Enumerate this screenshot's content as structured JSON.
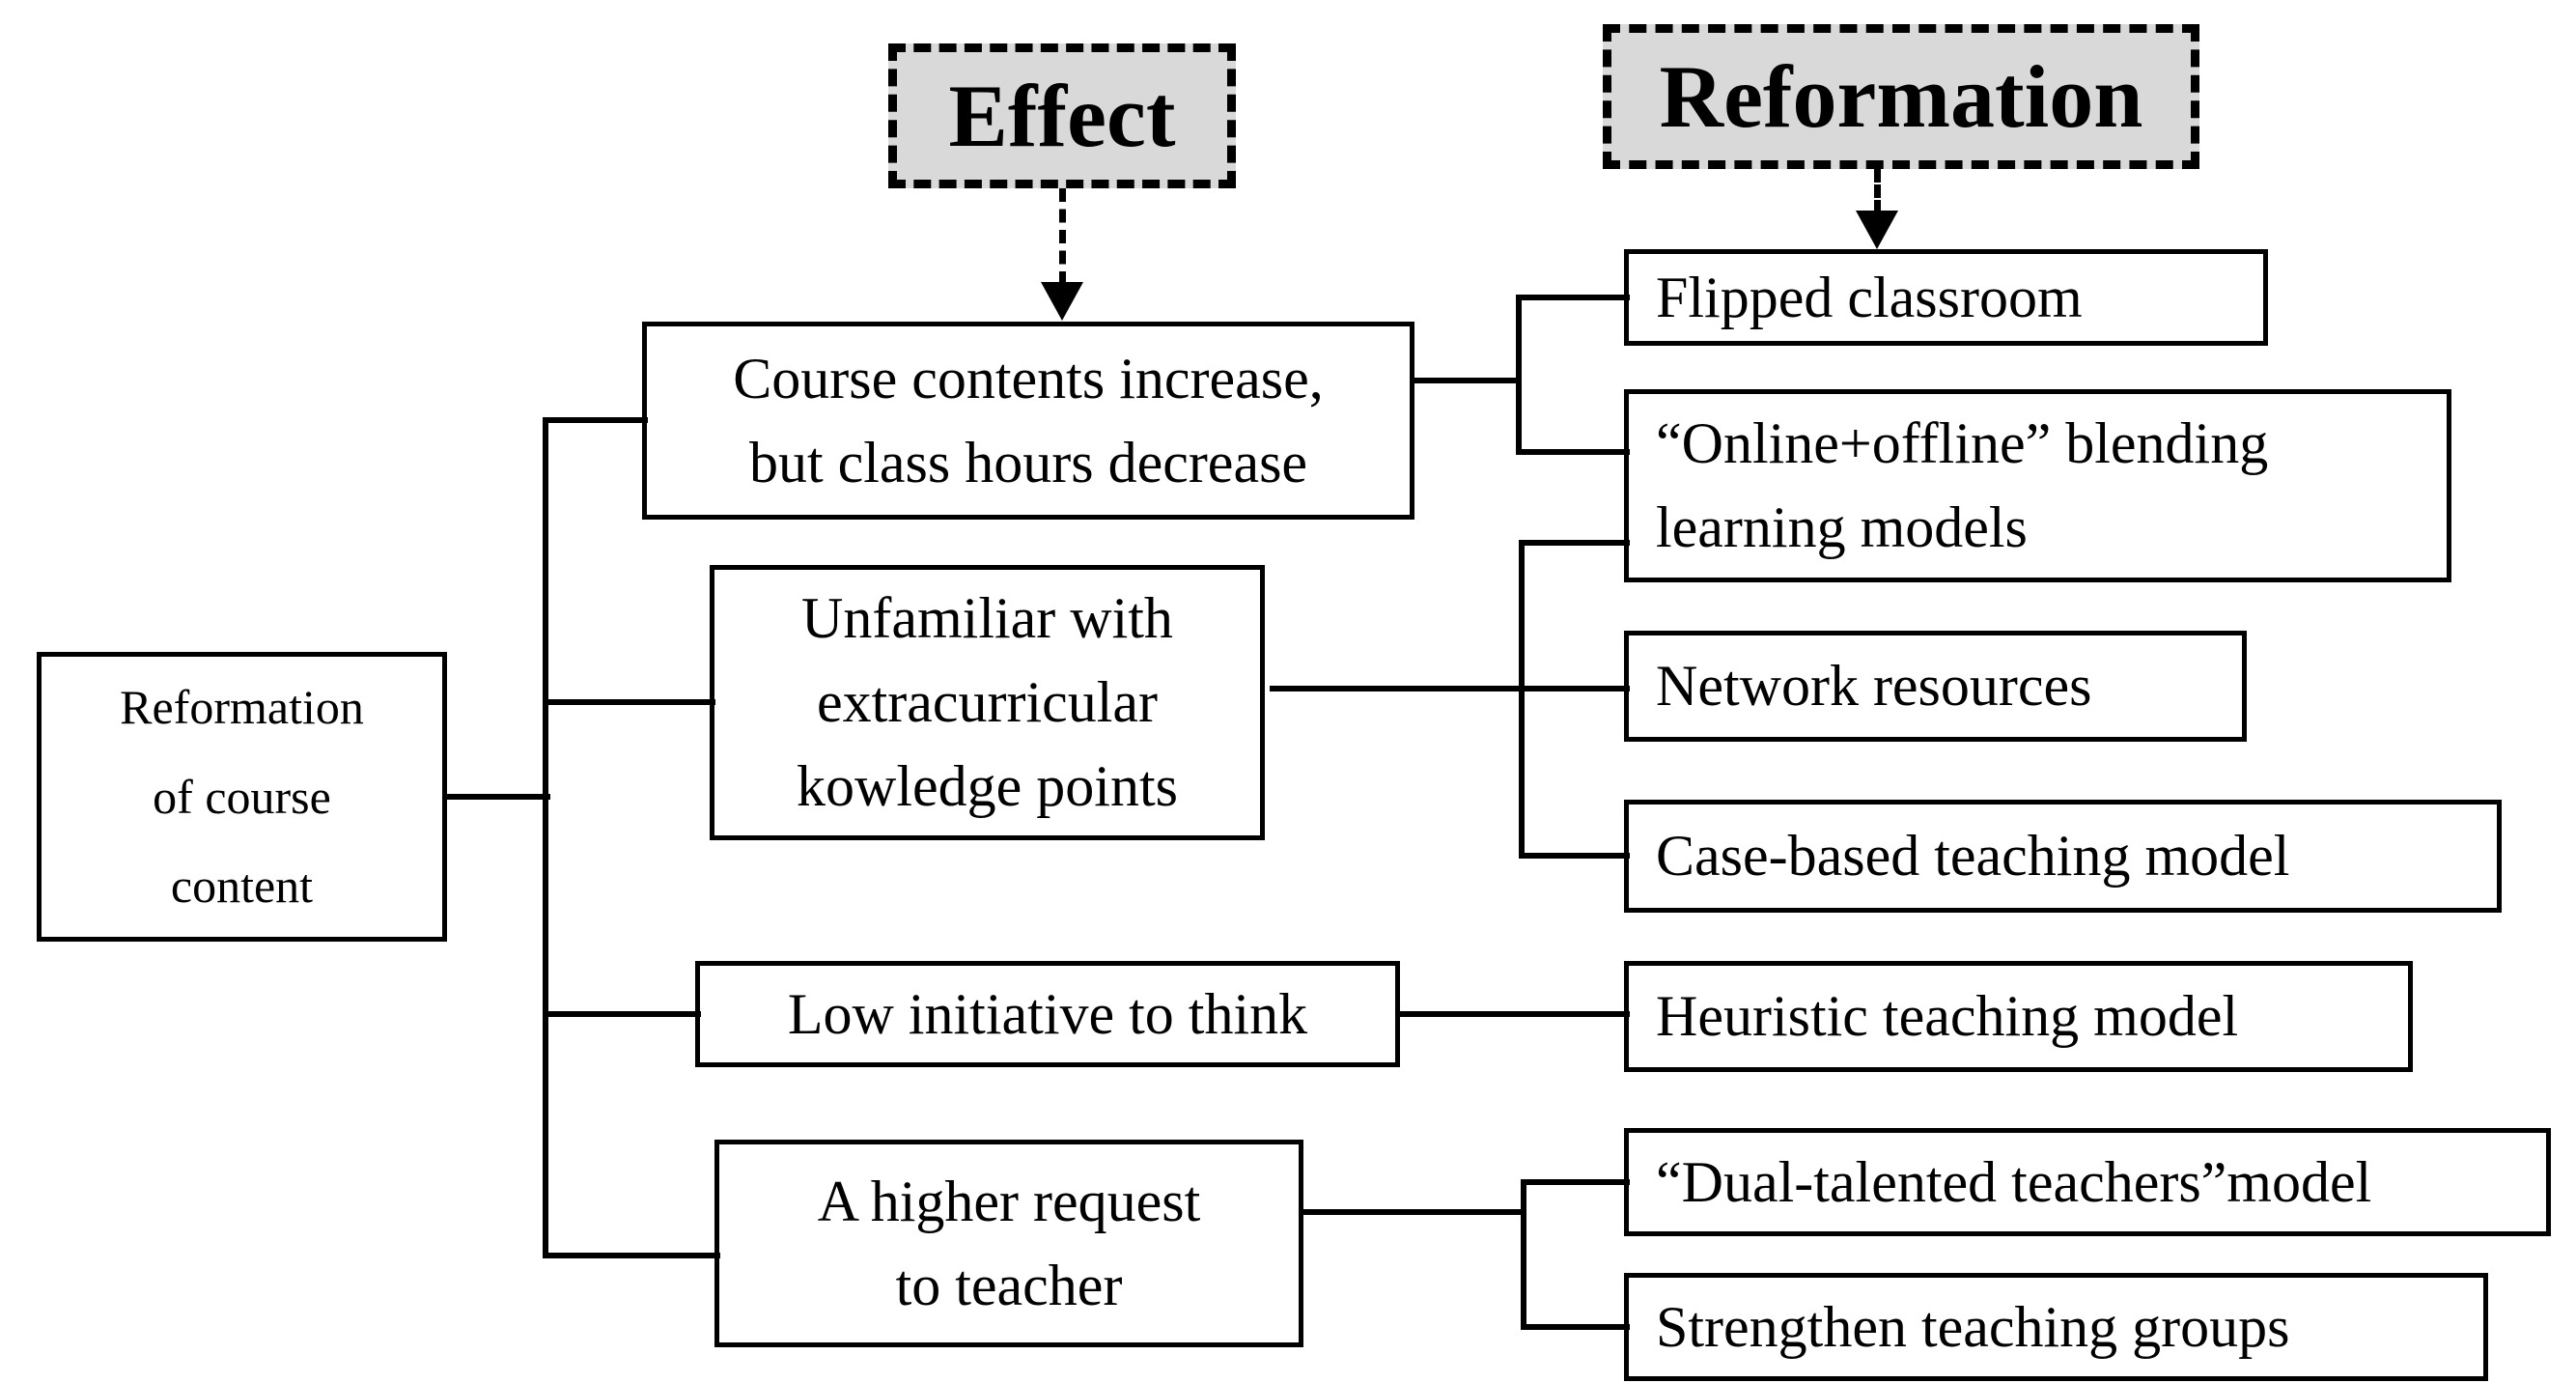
{
  "diagram": {
    "headers": {
      "effect": "Effect",
      "reformation": "Reformation"
    },
    "root": {
      "label": "Reformation\nof course\ncontent"
    },
    "effects": [
      {
        "label": "Course contents increase,\nbut class hours decrease"
      },
      {
        "label": "Unfamiliar with\nextracurricular\nkowledge points"
      },
      {
        "label": "Low initiative to think"
      },
      {
        "label": "A higher request\nto teacher"
      }
    ],
    "reformations": [
      {
        "label": "Flipped classroom"
      },
      {
        "label": "“Online+offline” blending\nlearning models"
      },
      {
        "label": "Network resources"
      },
      {
        "label": "Case-based teaching model"
      },
      {
        "label": "Heuristic teaching model"
      },
      {
        "label": "“Dual-talented teachers”model"
      },
      {
        "label": "Strengthen teaching groups"
      }
    ],
    "connections": [
      {
        "from": "Reformation of course content",
        "to": [
          "Course contents increase, but class hours decrease",
          "Unfamiliar with extracurricular kowledge points",
          "Low initiative to think",
          "A higher request to teacher"
        ]
      },
      {
        "from": "Course contents increase, but class hours decrease",
        "to": [
          "Flipped classroom",
          "“Online+offline” blending learning models"
        ]
      },
      {
        "from": "Unfamiliar with extracurricular kowledge points",
        "to": [
          "“Online+offline” blending learning models",
          "Network resources",
          "Case-based teaching model"
        ]
      },
      {
        "from": "Low initiative to think",
        "to": [
          "Heuristic teaching model"
        ]
      },
      {
        "from": "A higher request to teacher",
        "to": [
          "“Dual-talented teachers”model",
          "Strengthen teaching groups"
        ]
      }
    ],
    "colors": {
      "header_bg": "#d9d9d9",
      "box_bg": "#ffffff",
      "line": "#000000",
      "text": "#000000"
    }
  }
}
